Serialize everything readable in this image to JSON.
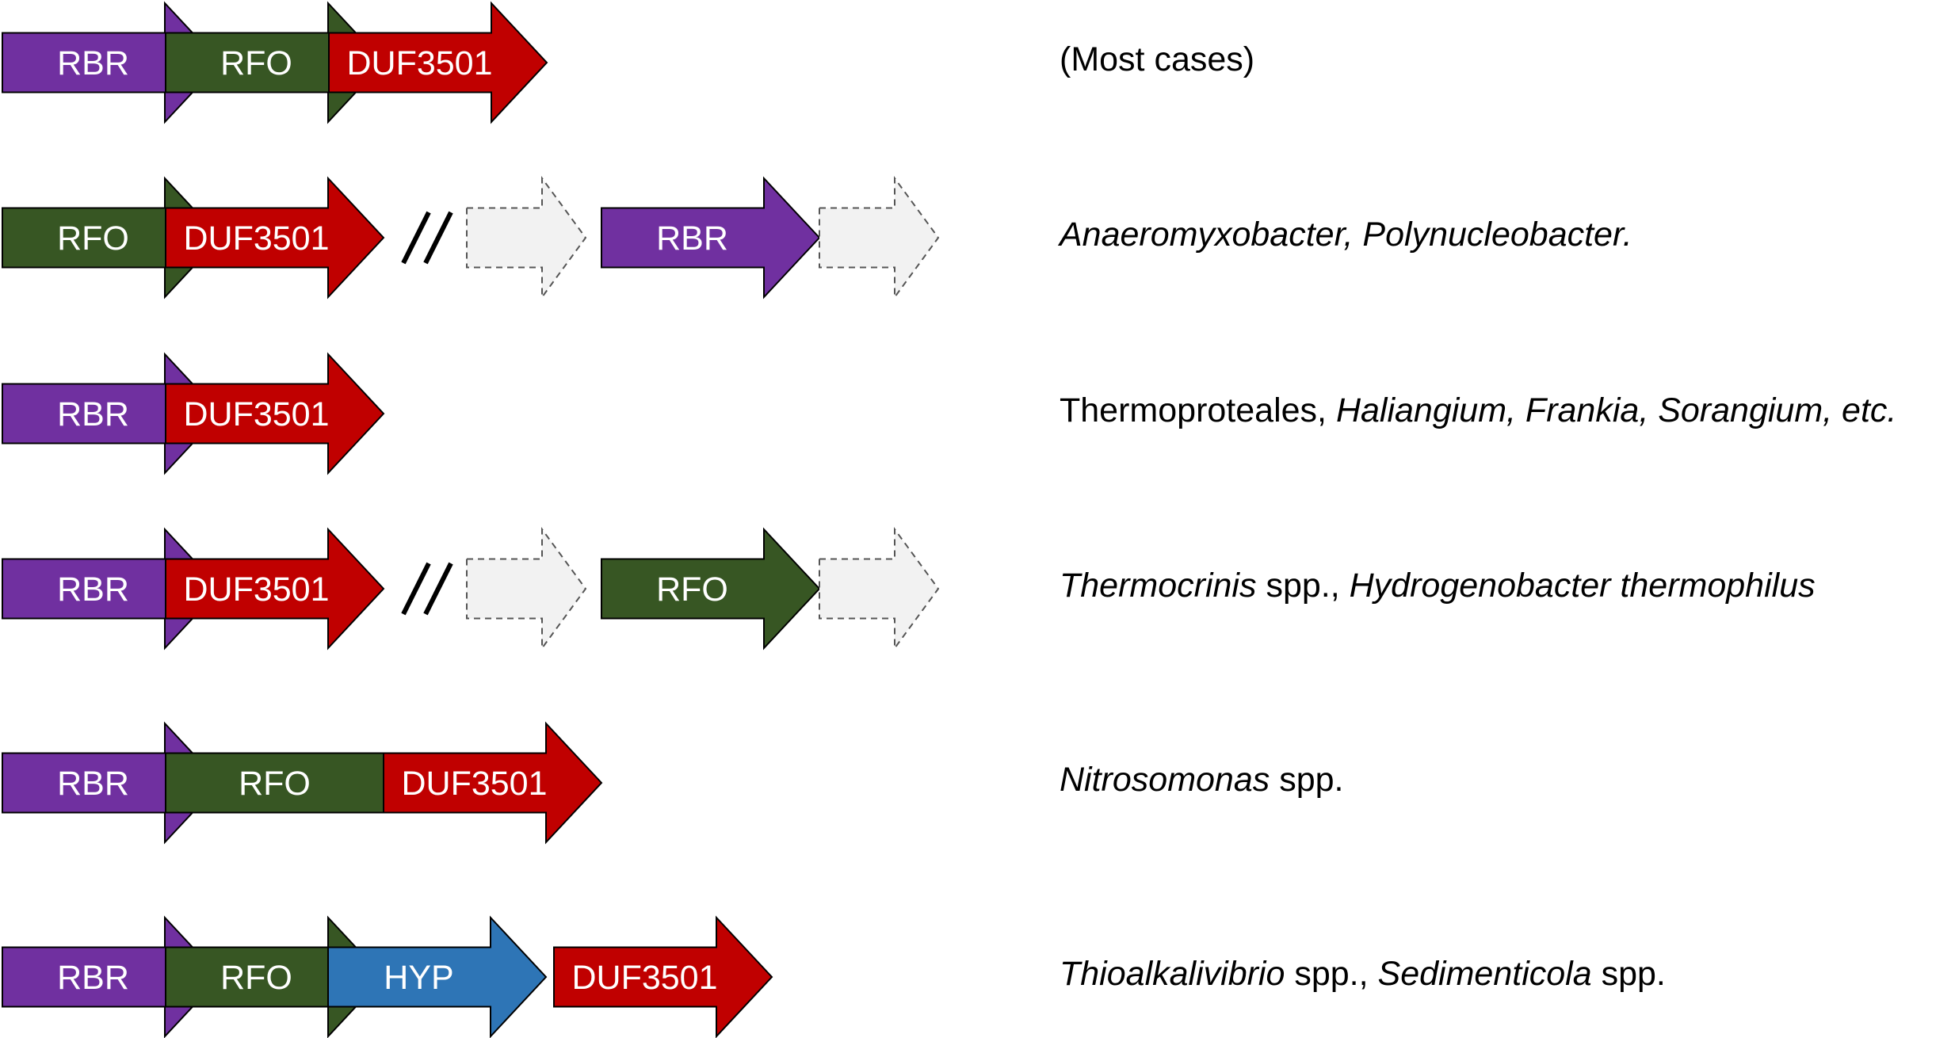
{
  "colors": {
    "RBR": "#7030a0",
    "RFO": "#375623",
    "DUF3501": "#c00000",
    "HYP": "#2e75b6",
    "unknown": "#f2f2f2",
    "outline": "#000000"
  },
  "rows": [
    {
      "genes": [
        {
          "label": "RBR",
          "type": "RBR"
        },
        {
          "label": "RFO",
          "type": "RFO"
        },
        {
          "label": "DUF3501",
          "type": "DUF3501"
        }
      ],
      "organism": [
        {
          "text": "(Most cases)",
          "italic": false
        }
      ]
    },
    {
      "genes": [
        {
          "label": "RFO",
          "type": "RFO"
        },
        {
          "label": "DUF3501",
          "type": "DUF3501"
        },
        {
          "type": "break"
        },
        {
          "label": "",
          "type": "unknown"
        },
        {
          "label": "RBR",
          "type": "RBR"
        },
        {
          "label": "",
          "type": "unknown"
        }
      ],
      "organism": [
        {
          "text": "Anaeromyxobacter, Polynucleobacter.",
          "italic": true
        }
      ]
    },
    {
      "genes": [
        {
          "label": "RBR",
          "type": "RBR"
        },
        {
          "label": "DUF3501",
          "type": "DUF3501"
        }
      ],
      "organism": [
        {
          "text": "Thermoproteales, ",
          "italic": false
        },
        {
          "text": "Haliangium, Frankia, Sorangium, etc.",
          "italic": true
        }
      ]
    },
    {
      "genes": [
        {
          "label": "RBR",
          "type": "RBR"
        },
        {
          "label": "DUF3501",
          "type": "DUF3501"
        },
        {
          "type": "break"
        },
        {
          "label": "",
          "type": "unknown"
        },
        {
          "label": "RFO",
          "type": "RFO"
        },
        {
          "label": "",
          "type": "unknown"
        }
      ],
      "organism": [
        {
          "text": "Thermocrinis",
          "italic": true
        },
        {
          "text": " spp., ",
          "italic": false
        },
        {
          "text": "Hydrogenobacter thermophilus",
          "italic": true
        }
      ]
    },
    {
      "genes": [
        {
          "label": "RBR",
          "type": "RBR"
        },
        {
          "label": "RFO",
          "type": "RFO",
          "shape": "box"
        },
        {
          "label": "DUF3501",
          "type": "DUF3501"
        }
      ],
      "organism": [
        {
          "text": "Nitrosomonas",
          "italic": true
        },
        {
          "text": " spp.",
          "italic": false
        }
      ]
    },
    {
      "genes": [
        {
          "label": "RBR",
          "type": "RBR"
        },
        {
          "label": "RFO",
          "type": "RFO"
        },
        {
          "label": "HYP",
          "type": "HYP"
        },
        {
          "label": "DUF3501",
          "type": "DUF3501"
        }
      ],
      "organism": [
        {
          "text": "Thioalkalivibrio",
          "italic": true
        },
        {
          "text": " spp., ",
          "italic": false
        },
        {
          "text": "Sedimenticola",
          "italic": true
        },
        {
          "text": " spp.",
          "italic": false
        }
      ]
    }
  ]
}
